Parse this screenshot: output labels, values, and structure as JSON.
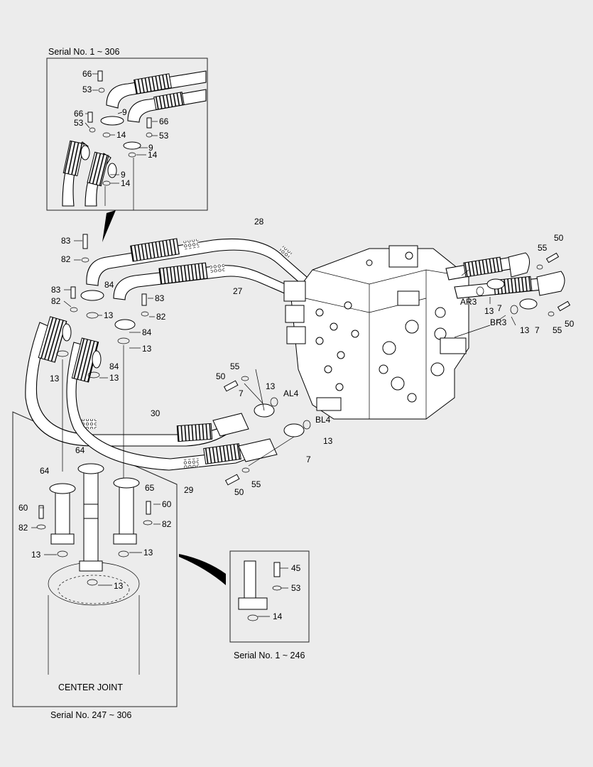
{
  "captions": {
    "top_inset": "Serial No. 1 ~ 306",
    "center_joint": "CENTER JOINT",
    "left_inset": "Serial No. 247 ~ 306",
    "right_inset": "Serial No. 1 ~ 246"
  },
  "labels": {
    "l66a": "66",
    "l53a": "53",
    "l9a": "9",
    "l66b": "66",
    "l53b": "53",
    "l66c": "66",
    "l53c": "53",
    "l14a": "14",
    "l9b": "9",
    "l14b": "14",
    "l9c": "9",
    "l14c": "14",
    "l28": "28",
    "l27": "27",
    "l83a": "83",
    "l82a": "82",
    "l84a": "84",
    "l83b": "83",
    "l82b": "82",
    "l13a": "13",
    "l83c": "83",
    "l82c": "82",
    "l84b": "84",
    "l13b": "13",
    "l13c": "13",
    "l84c": "84",
    "l13d": "13",
    "l50a": "50",
    "l55a": "55",
    "lAR3": "AR3",
    "l13e": "13",
    "l7a": "7",
    "lBR3": "BR3",
    "l13f": "13",
    "l7b": "7",
    "l55b": "55",
    "l50b": "50",
    "l55c": "55",
    "l50c": "50",
    "l7c": "7",
    "l13g": "13",
    "lAL4": "AL4",
    "lBL4": "BL4",
    "l13h": "13",
    "l7d": "7",
    "l30": "30",
    "l29": "29",
    "l55d": "55",
    "l50d": "50",
    "l64a": "64",
    "l64b": "64",
    "l65": "65",
    "l60a": "60",
    "l60b": "60",
    "l82d": "82",
    "l82e": "82",
    "l13i": "13",
    "l13j": "13",
    "l13k": "13",
    "l45": "45",
    "l53d": "53",
    "l14d": "14"
  }
}
